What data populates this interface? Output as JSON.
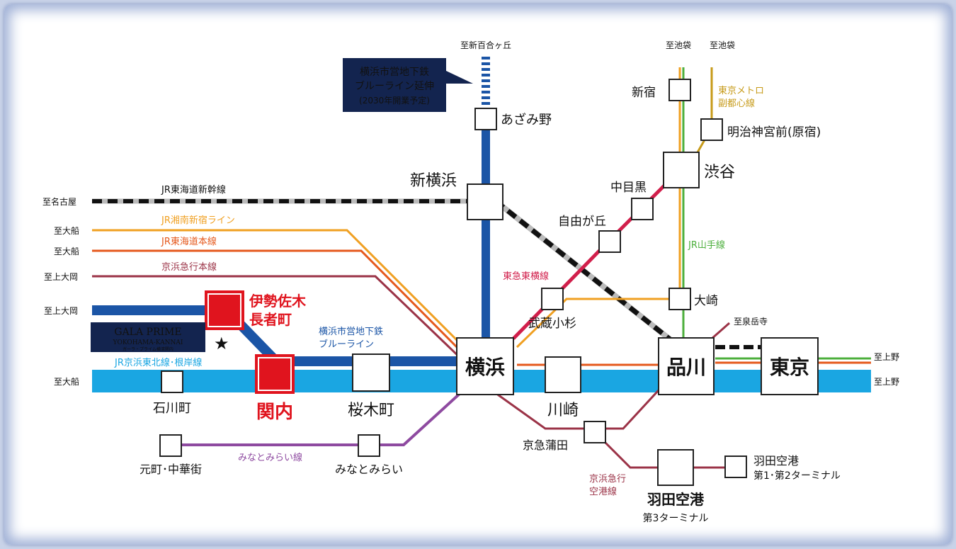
{
  "colors": {
    "blue_line": "#1b55a6",
    "keihin_tohoku": "#1aa6e2",
    "shonan_shinjuku": "#f0a022",
    "tokaido": "#e5591d",
    "keikyu": "#9b3347",
    "tokyu_toyoko": "#d11f4b",
    "minatomirai": "#8e4aa0",
    "yamanote": "#4caf3c",
    "fukutoshin": "#c79b1a",
    "highlight_red": "#e0141e",
    "callout_navy": "#13244f"
  },
  "destinations": {
    "nagoya": "至名古屋",
    "ofuna1": "至大船",
    "ofuna2": "至大船",
    "kamiooka1": "至上大岡",
    "kamiooka2": "至上大岡",
    "ofuna3": "至大船",
    "shinyurigaoka": "至新百合ヶ丘",
    "ikebukuro1": "至池袋",
    "ikebukuro2": "至池袋",
    "sengakuji": "至泉岳寺",
    "ueno1": "至上野",
    "ueno2": "至上野"
  },
  "line_labels": {
    "shinkansen": "JR東海道新幹線",
    "shonan": "JR湘南新宿ライン",
    "tokaido": "JR東海道本線",
    "keikyu": "京浜急行本線",
    "blueline1": "横浜市営地下鉄",
    "blueline2": "ブルーライン",
    "keihin": "JR京浜東北線･根岸線",
    "minatomirai": "みなとみらい線",
    "toyoko": "東急東横線",
    "yamanote": "JR山手線",
    "fukutoshin1": "東京メトロ",
    "fukutoshin2": "副都心線",
    "airport1": "京浜急行",
    "airport2": "空港線"
  },
  "callout": {
    "line1": "横浜市営地下鉄",
    "line2": "ブルーライン延伸",
    "line3": "(2030年開業予定)"
  },
  "property": {
    "name": "GALA PRIME",
    "sub": "YOKOHAMA-KANNAI",
    "kana": "ガーラ・プライム横濱関内",
    "star": "★"
  },
  "stations": {
    "isezakichojamachi1": "伊勢佐木",
    "isezakichojamachi2": "長者町",
    "kannai": "関内",
    "ishikawacho": "石川町",
    "sakuragicho": "桜木町",
    "yokohama": "横浜",
    "shinyokohama": "新横浜",
    "azamino": "あざみ野",
    "motomachi": "元町･中華街",
    "minatomirai": "みなとみらい",
    "kawasaki": "川崎",
    "musashikosugi": "武蔵小杉",
    "jiyugaoka": "自由が丘",
    "nakameguro": "中目黒",
    "shibuya": "渋谷",
    "shinjuku": "新宿",
    "meijijingumae": "明治神宮前(原宿)",
    "osaki": "大崎",
    "shinagawa": "品川",
    "tokyo": "東京",
    "keikyukamata": "京急蒲田",
    "haneda_t3_a": "羽田空港",
    "haneda_t3_b": "第3ターミナル",
    "haneda_t12_a": "羽田空港",
    "haneda_t12_b": "第1･第2ターミナル"
  }
}
